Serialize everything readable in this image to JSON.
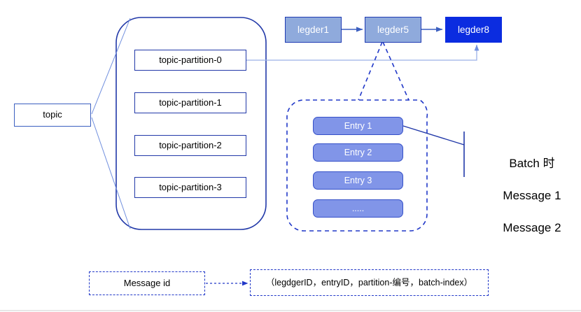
{
  "diagram": {
    "title_note": "Pulsar topic / partition / ledger / entry structure diagram",
    "colors": {
      "ledger_fill": "#8faadc",
      "ledger_active_fill": "#0b2ce0",
      "entry_fill": "#8195e8",
      "stroke_blue": "#2138a8",
      "dashed_blue": "#2138c8",
      "thin_blue": "#6f8ede"
    }
  },
  "topic": {
    "label": "topic"
  },
  "partitions": [
    {
      "label": "topic-partition-0"
    },
    {
      "label": "topic-partition-1"
    },
    {
      "label": "topic-partition-2"
    },
    {
      "label": "topic-partition-3"
    }
  ],
  "ledgers": [
    {
      "label": "legder1",
      "active": false
    },
    {
      "label": "legder5",
      "active": false
    },
    {
      "label": "legder8",
      "active": true
    }
  ],
  "entries": [
    {
      "label": "Entry 1"
    },
    {
      "label": "Entry 2"
    },
    {
      "label": "Entry 3"
    },
    {
      "label": "....."
    }
  ],
  "batch_note": {
    "line1": "Batch 时",
    "line2": "Message 1",
    "line3": "Message 2"
  },
  "message_id": {
    "label": "Message id",
    "tuple": "（legdgerID，entryID，partition-编号，batch-index）"
  }
}
